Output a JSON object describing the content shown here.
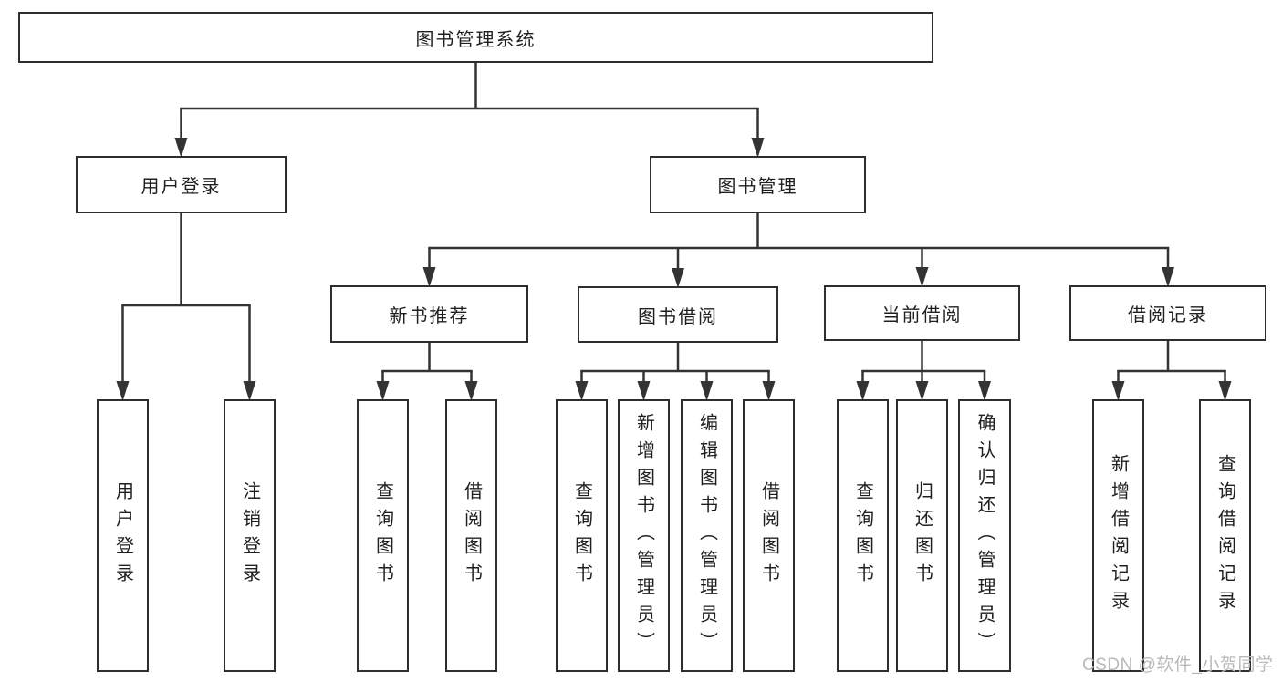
{
  "watermark": "CSDN @软件_小贺同学",
  "colors": {
    "line": "#333333",
    "box_border": "#2e2e2e",
    "text": "#1f1f1f",
    "watermark": "#b9b9b9",
    "background": "#ffffff"
  },
  "tree": {
    "id": "root",
    "label": "图书管理系统",
    "children": [
      {
        "id": "user-login",
        "label": "用户登录",
        "children": [
          {
            "id": "login",
            "label": "用户登录"
          },
          {
            "id": "logout",
            "label": "注销登录"
          }
        ]
      },
      {
        "id": "book-mgmt",
        "label": "图书管理",
        "children": [
          {
            "id": "new-book",
            "label": "新书推荐",
            "children": [
              {
                "id": "nb-query",
                "label": "查询图书"
              },
              {
                "id": "nb-borrow",
                "label": "借阅图书"
              }
            ]
          },
          {
            "id": "borrow",
            "label": "图书借阅",
            "children": [
              {
                "id": "b-query",
                "label": "查询图书"
              },
              {
                "id": "b-add",
                "label": "新增图书（管理员）"
              },
              {
                "id": "b-edit",
                "label": "编辑图书（管理员）"
              },
              {
                "id": "b-borrow",
                "label": "借阅图书"
              }
            ]
          },
          {
            "id": "current",
            "label": "当前借阅",
            "children": [
              {
                "id": "c-query",
                "label": "查询图书"
              },
              {
                "id": "c-return",
                "label": "归还图书"
              },
              {
                "id": "c-confirm",
                "label": "确认归还（管理员）"
              }
            ]
          },
          {
            "id": "record",
            "label": "借阅记录",
            "children": [
              {
                "id": "r-add",
                "label": "新增借阅记录"
              },
              {
                "id": "r-query",
                "label": "查询借阅记录"
              }
            ]
          }
        ]
      }
    ]
  }
}
